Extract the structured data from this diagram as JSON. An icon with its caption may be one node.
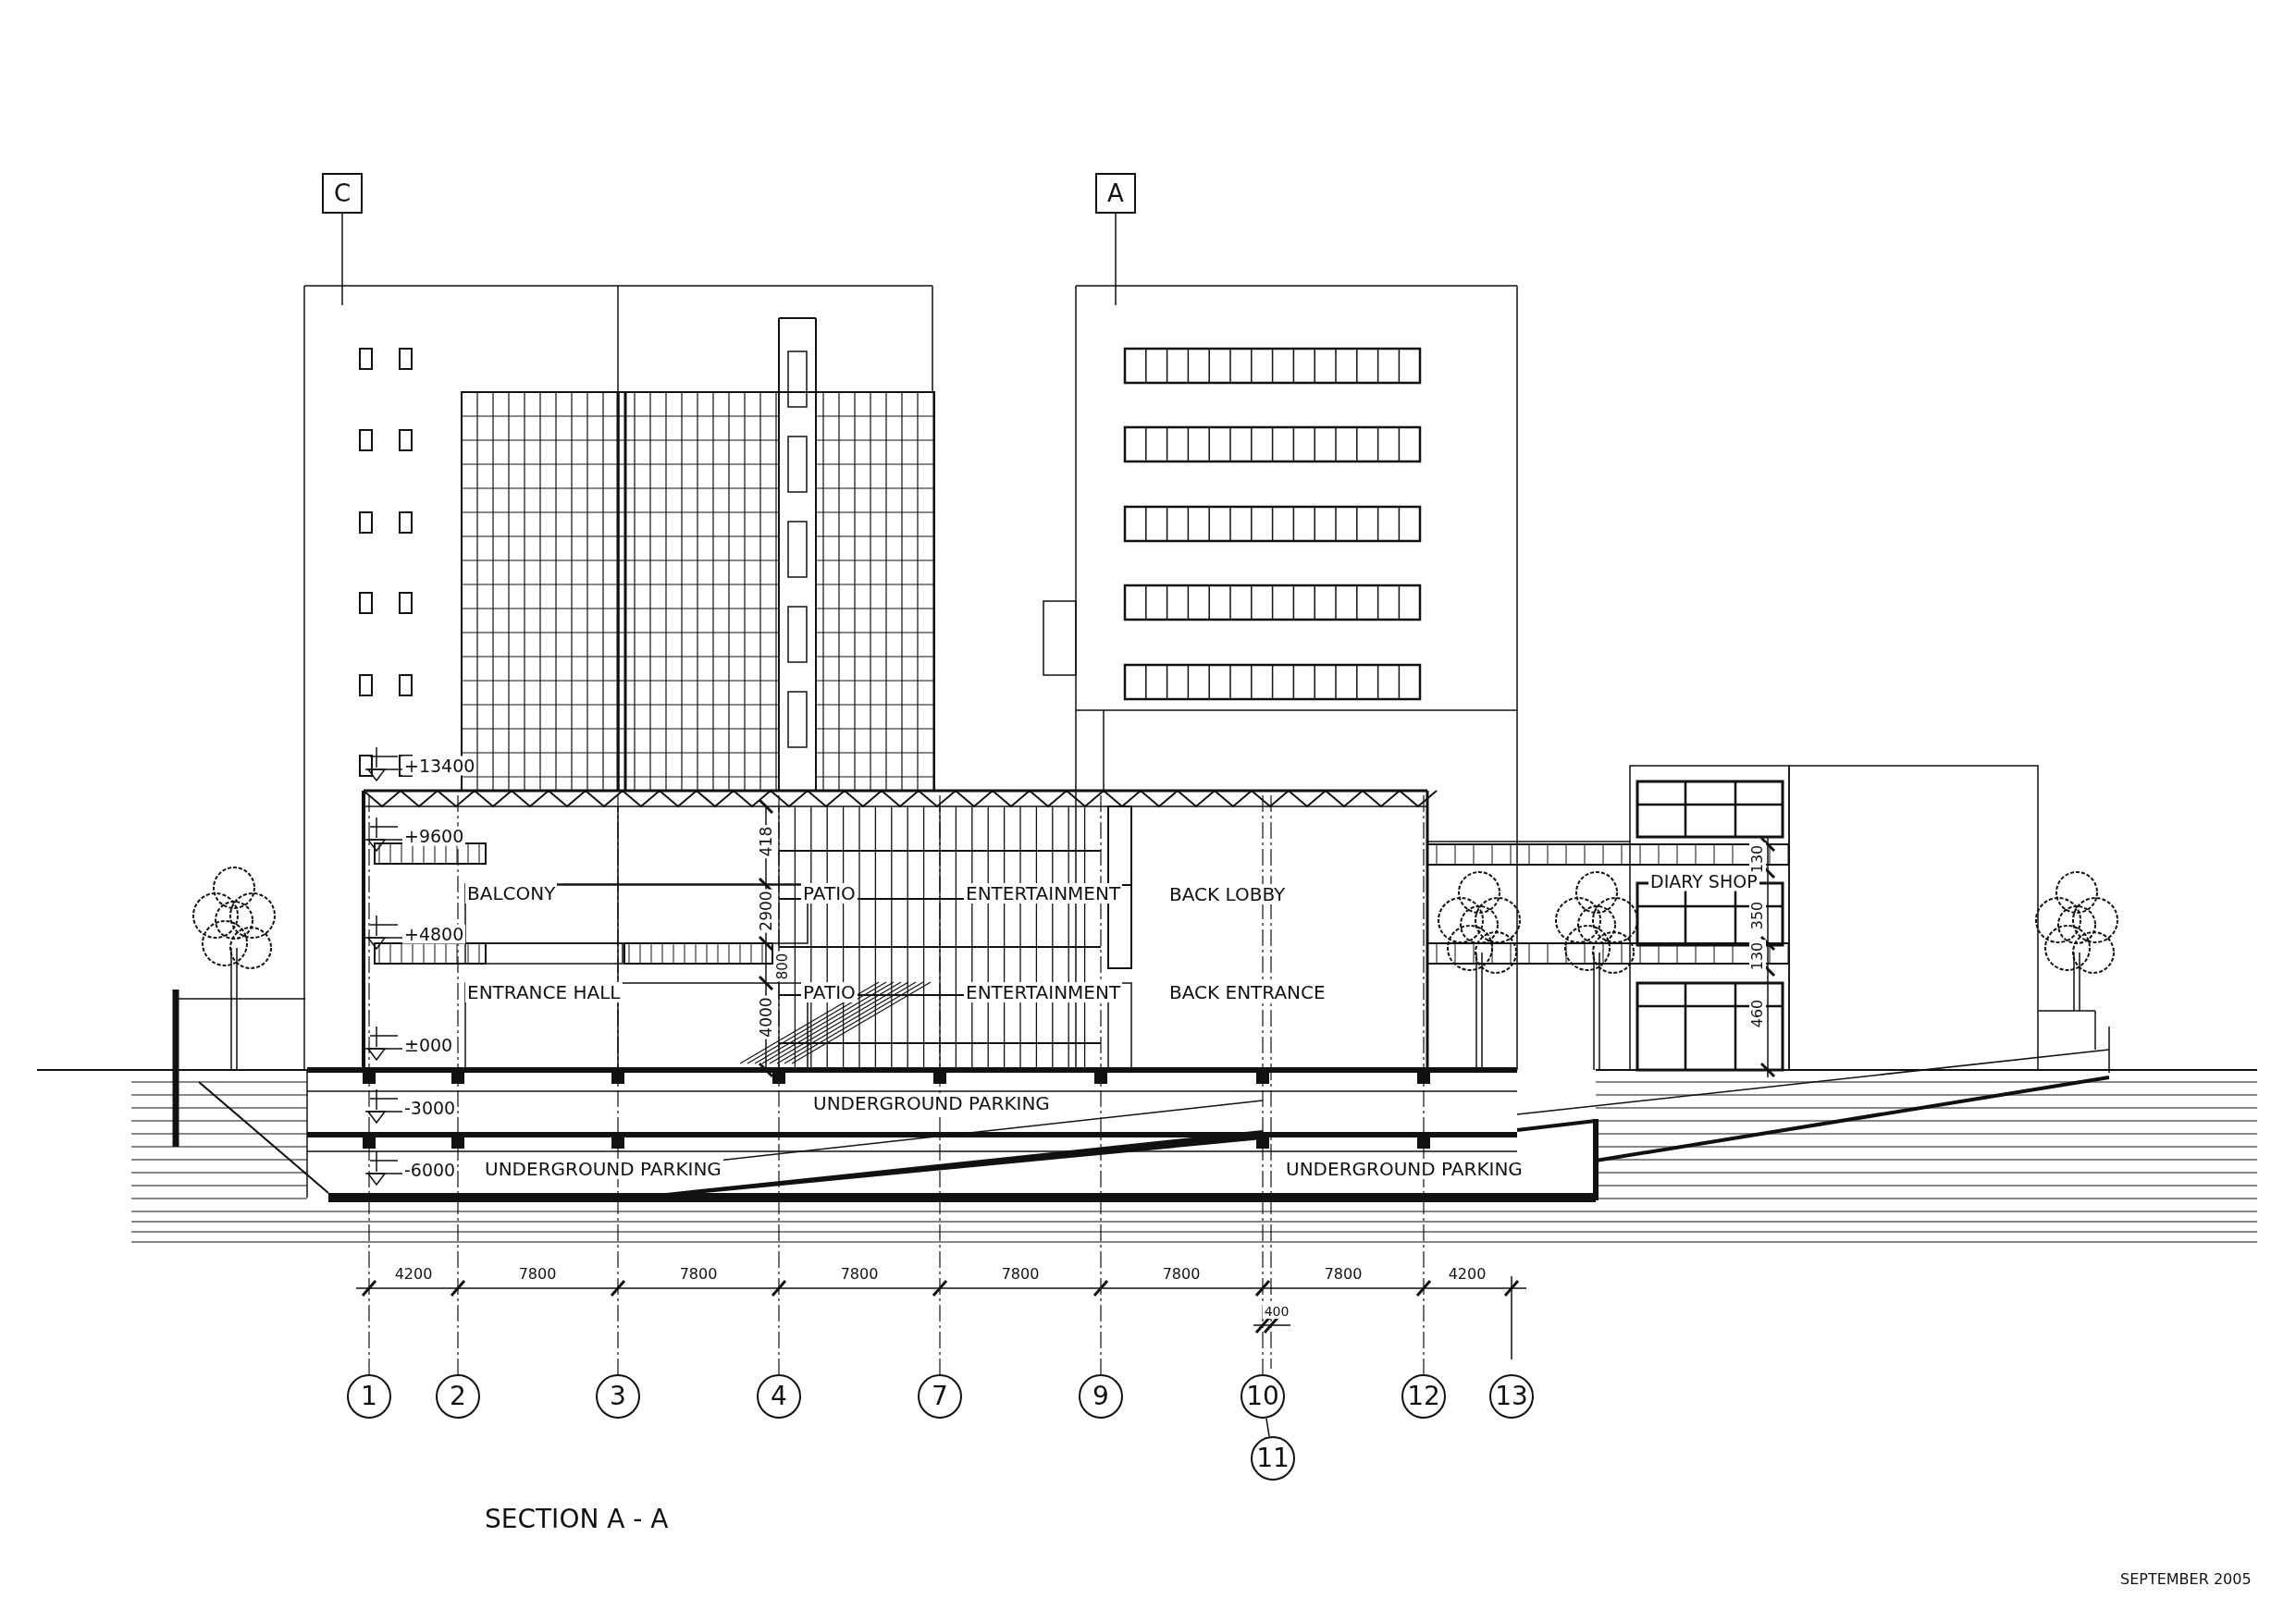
{
  "diagram": {
    "title": "SECTION A - A",
    "nodes": [
      {
        "text": [
          "C"
        ]
      },
      {
        "text": [
          "A"
        ]
      },
      {
        "text": [
          "1"
        ]
      },
      {
        "text": [
          "2"
        ]
      },
      {
        "text": [
          "3"
        ]
      },
      {
        "text": [
          "4"
        ]
      },
      {
        "text": [
          "7"
        ]
      },
      {
        "text": [
          "9"
        ]
      },
      {
        "text": [
          "10"
        ]
      },
      {
        "text": [
          "12"
        ]
      },
      {
        "text": [
          "13"
        ]
      },
      {
        "text": [
          "11"
        ]
      }
    ],
    "edges": [
      {
        "from": 0,
        "to": null,
        "arrow": "none"
      },
      {
        "from": 1,
        "to": null,
        "arrow": "none"
      },
      {
        "from": 8,
        "to": 11,
        "arrow": "none"
      }
    ],
    "labels": [
      "+13400",
      "+9600",
      "418",
      "130",
      "DIARY SHOP",
      "BALCONY",
      "PATIO",
      "ENTERTAINMENT",
      "BACK LOBBY",
      "2900",
      "350",
      "+4800",
      "800",
      "130",
      "ENTRANCE HALL",
      "PATIO",
      "ENTERTAINMENT",
      "BACK ENTRANCE",
      "4000",
      "460",
      "±000",
      "-3000",
      "UNDERGROUND PARKING",
      "-6000",
      "UNDERGROUND PARKING",
      "UNDERGROUND PARKING",
      "4200",
      "7800",
      "7800",
      "7800",
      "7800",
      "7800",
      "7800",
      "4200",
      "400",
      "SEPTEMBER 2005"
    ]
  }
}
